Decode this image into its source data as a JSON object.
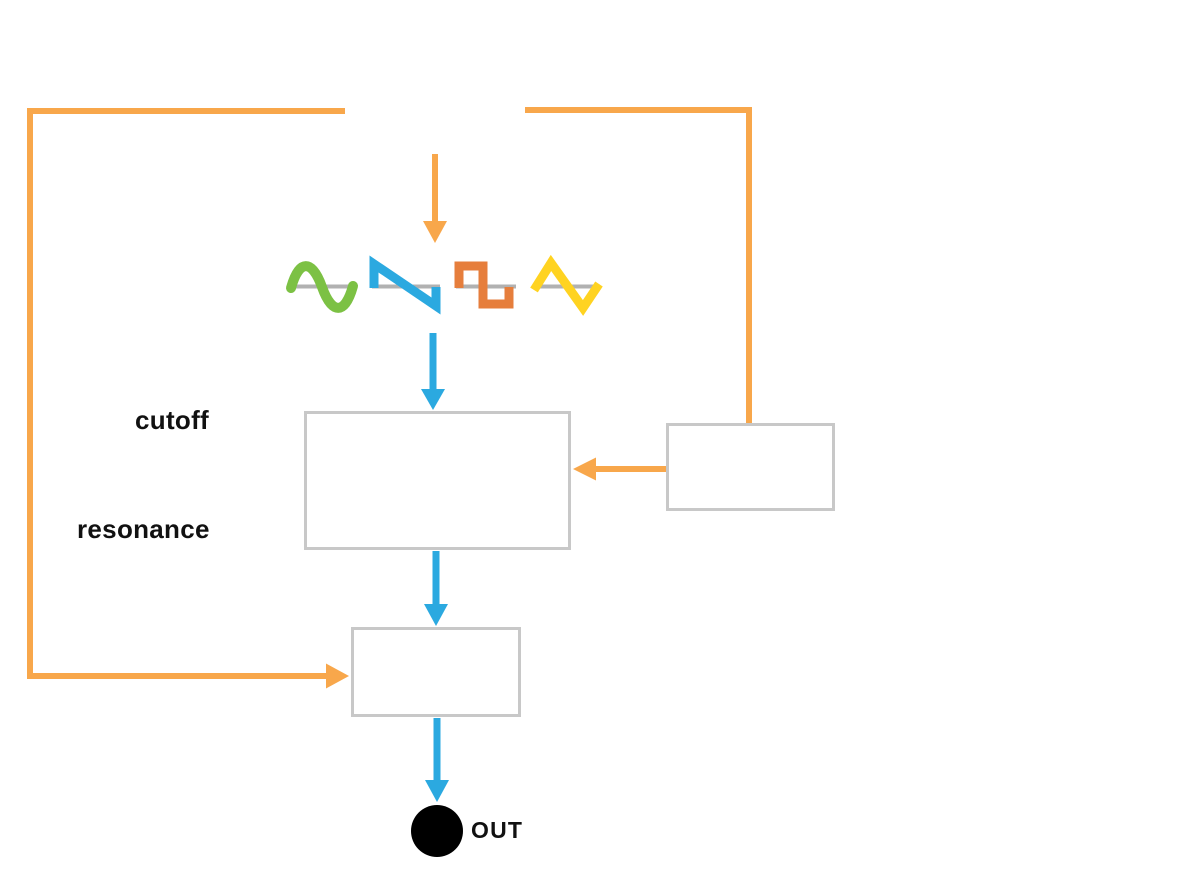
{
  "labels": {
    "cutoff": "cutoff",
    "resonance": "resonance",
    "out": "OUT"
  },
  "colors": {
    "orange": "#F8A74B",
    "blue": "#2BA9E0",
    "green": "#7CC144",
    "dark_orange": "#E67E3C",
    "yellow": "#FFD321",
    "wave_baseline_gray": "#B1B1B1",
    "box_border_gray": "#C8C8C8",
    "box_fill": "#FFFFFF",
    "out_jack_black": "#000000",
    "text_black": "#111111",
    "background": "#FFFFFF"
  },
  "icons": [
    {
      "name": "sine-wave-icon"
    },
    {
      "name": "sawtooth-wave-icon"
    },
    {
      "name": "square-wave-icon"
    },
    {
      "name": "triangle-wave-icon"
    }
  ],
  "boxes": [
    {
      "name": "filter-box"
    },
    {
      "name": "modulator-box"
    },
    {
      "name": "amplifier-box"
    }
  ]
}
